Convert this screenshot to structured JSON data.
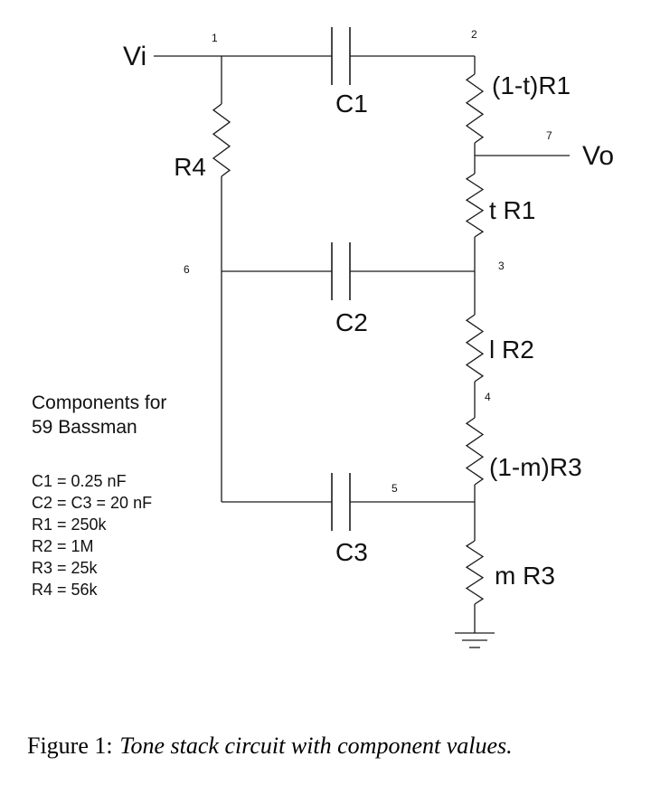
{
  "diagram": {
    "node_color": "#cc1111",
    "labels": {
      "vi": "Vi",
      "vo": "Vo",
      "c1": "C1",
      "c2": "C2",
      "c3": "C3",
      "r4": "R4",
      "r1_top": "(1-t)R1",
      "r1_bottom": "t R1",
      "r2": "l R2",
      "r3_top": "(1-m)R3",
      "r3_bottom": "m R3"
    },
    "nodes": {
      "n1": "1",
      "n2": "2",
      "n3": "3",
      "n4": "4",
      "n5": "5",
      "n6": "6",
      "n7": "7"
    }
  },
  "components_note": {
    "title_line1": "Components for",
    "title_line2": "59 Bassman",
    "items": [
      "C1 = 0.25 nF",
      "C2 = C3 = 20 nF",
      "R1 = 250k",
      "R2 = 1M",
      "R3 = 25k",
      "R4 = 56k"
    ]
  },
  "caption": {
    "prefix": "Figure 1:",
    "text": "Tone stack circuit with component values."
  }
}
